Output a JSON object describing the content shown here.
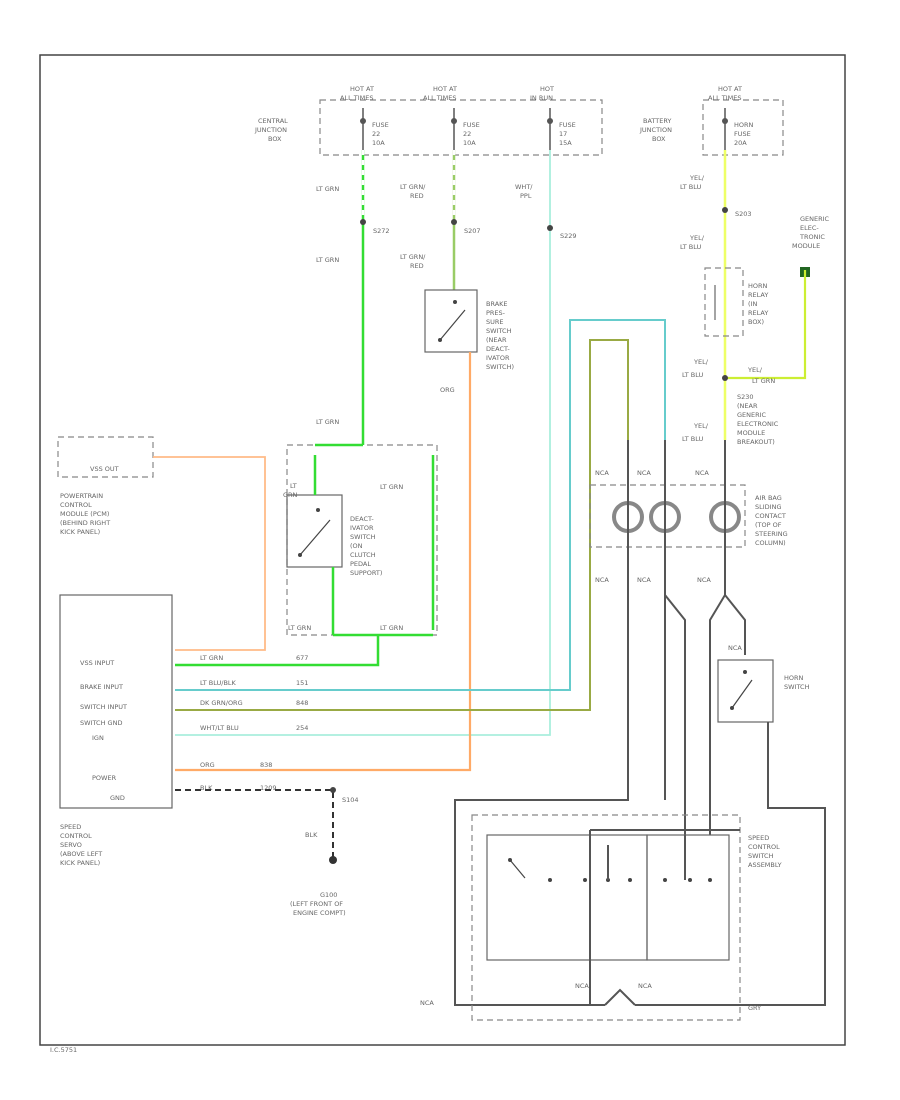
{
  "power": {
    "hot1": [
      "HOT AT",
      "ALL TIMES"
    ],
    "hot2": [
      "HOT AT",
      "ALL TIMES"
    ],
    "hot3": [
      "HOT",
      "IN RUN"
    ],
    "hot4": [
      "HOT AT",
      "ALL TIMES"
    ],
    "fuse1": [
      "FUSE",
      "22",
      "10A"
    ],
    "fuse2": [
      "FUSE",
      "22",
      "10A"
    ],
    "fuse3": [
      "FUSE",
      "17",
      "15A"
    ],
    "horn_fuse": [
      "HORN",
      "FUSE",
      "20A"
    ],
    "cjb": [
      "CENTRAL",
      "JUNCTION",
      "BOX"
    ],
    "bjb": [
      "BATTERY",
      "JUNCTION",
      "BOX"
    ]
  },
  "wires": {
    "lt_grn": "LT GRN",
    "lt_grn_red": [
      "LT GRN/",
      "RED"
    ],
    "wht_ppl": [
      "WHT/",
      "PPL"
    ],
    "yel_lt_blu": [
      "YEL/",
      "LT BLU"
    ],
    "org": "ORG",
    "blk": "BLK",
    "gry": "GRY",
    "lt_grn_short": [
      "LT",
      "GRN"
    ],
    "yel_lt_grn": [
      "YEL/",
      "LT GRN"
    ]
  },
  "splices": {
    "s272": "S272",
    "s207": "S207",
    "s229": "S229",
    "s203": "S203",
    "s104": "S104",
    "g100": "G100"
  },
  "components": {
    "gem": [
      "GENERIC",
      "ELEC-",
      "TRONIC",
      "MODULE"
    ],
    "horn_relay": [
      "HORN",
      "RELAY",
      "(IN",
      "RELAY",
      "BOX)"
    ],
    "brake_switch": [
      "BRAKE",
      "PRES-",
      "SURE",
      "SWITCH",
      "(NEAR",
      "DEACT-",
      "IVATOR",
      "SWITCH)"
    ],
    "deact_switch": [
      "DEACT-",
      "IVATOR",
      "SWITCH",
      "(ON",
      "CLUTCH",
      "PEDAL",
      "SUPPORT)"
    ],
    "pcm": [
      "POWERTRAIN",
      "CONTROL",
      "MODULE (PCM)",
      "(BEHIND RIGHT",
      "KICK PANEL)"
    ],
    "vss_out": "VSS OUT",
    "gem_breakout": [
      "S230",
      "(NEAR",
      "GENERIC",
      "ELECTRONIC",
      "MODULE",
      "BREAKOUT)"
    ],
    "airbag": [
      "AIR BAG",
      "SLIDING",
      "CONTACT",
      "(TOP OF",
      "STEERING",
      "COLUMN)"
    ],
    "horn_switch": [
      "HORN",
      "SWITCH"
    ],
    "servo": [
      "SPEED",
      "CONTROL",
      "SERVO",
      "(ABOVE LEFT",
      "KICK PANEL)"
    ],
    "ground": [
      "G100",
      "(LEFT FRONT OF",
      "ENGINE COMPT)"
    ],
    "switch_assy": [
      "SPEED",
      "CONTROL",
      "SWITCH",
      "ASSEMBLY"
    ]
  },
  "servo_pins": [
    {
      "label": "VSS INPUT",
      "wire": "LT GRN",
      "circuit": "677"
    },
    {
      "label": "BRAKE INPUT",
      "wire": "LT BLU/BLK",
      "circuit": "151"
    },
    {
      "label": "SWITCH INPUT",
      "wire": "DK GRN/ORG",
      "circuit": "848"
    },
    {
      "label": "SWITCH GND",
      "wire": "WHT/LT BLU",
      "circuit": "254"
    },
    {
      "label": "IGN",
      "wire": "",
      "circuit": ""
    },
    {
      "label": "POWER",
      "wire": "ORG",
      "circuit": "838"
    },
    {
      "label": "GND",
      "wire": "BLK",
      "circuit": "1209"
    }
  ],
  "nca": "NCA",
  "footer": "I.C.5751"
}
